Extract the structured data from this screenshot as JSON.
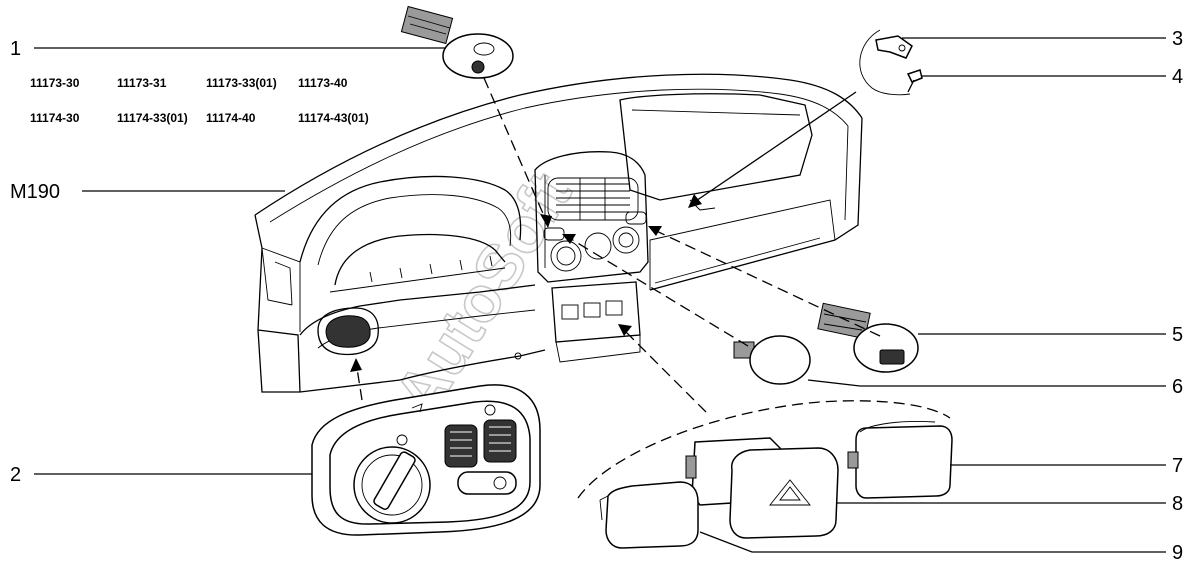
{
  "watermark": "AutoSoft",
  "model_codes": [
    [
      "11173-30",
      "11173-31",
      "11173-33(01)",
      "11173-40"
    ],
    [
      "11174-30",
      "11174-33(01)",
      "11174-40",
      "11174-43(01)"
    ]
  ],
  "assembly_label": "M190",
  "callouts": [
    "1",
    "2",
    "3",
    "4",
    "5",
    "6",
    "7",
    "8",
    "9"
  ]
}
